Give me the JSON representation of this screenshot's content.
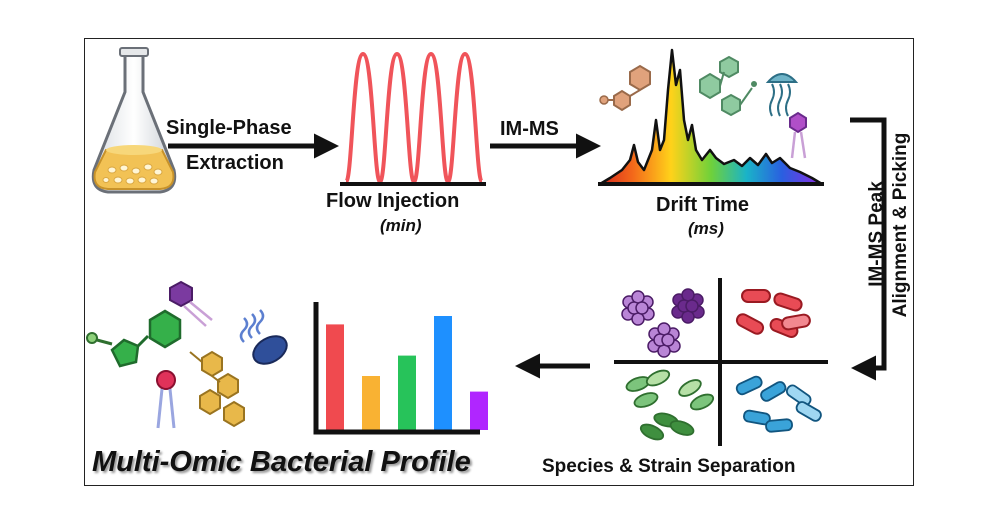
{
  "labels": {
    "extraction_line1": "Single-Phase",
    "extraction_line2": "Extraction",
    "flow_injection": "Flow Injection",
    "flow_unit": "(min)",
    "im_ms": "IM-MS",
    "drift_time": "Drift Time",
    "drift_unit": "(ms)",
    "peak_line1": "IM-MS Peak",
    "peak_line2": "Alignment & Picking",
    "separation": "Species & Strain Separation",
    "profile": "Multi-Omic Bacterial Profile"
  },
  "bars": {
    "values": [
      0.88,
      0.45,
      0.62,
      0.95,
      0.32
    ],
    "colors": [
      "#f04a4f",
      "#f9b233",
      "#27c35a",
      "#1e90ff",
      "#b026ff"
    ]
  },
  "peaks": {
    "count": 4,
    "color": "#f0545a"
  },
  "colors": {
    "flask_liquid": "#f2c255",
    "arrow": "#111111",
    "purple_cluster": "#6a2a8c",
    "red_bacteria": "#d9232e",
    "green_bacteria": "#3c9a3c",
    "blue_bacteria": "#1a7fb8"
  }
}
